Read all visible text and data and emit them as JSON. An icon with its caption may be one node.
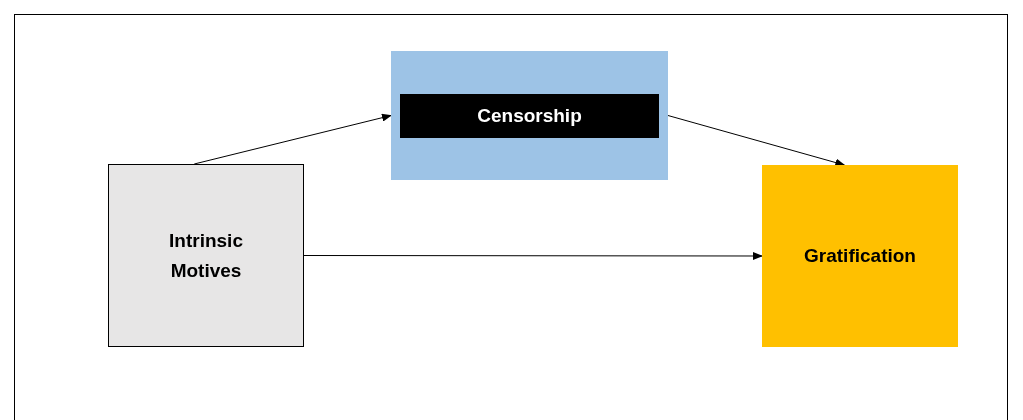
{
  "diagram": {
    "nodes": [
      {
        "text": [
          "Intrinsic Motives"
        ]
      },
      {
        "text": [
          "Censorship"
        ]
      },
      {
        "text": [
          "Gratification"
        ]
      }
    ],
    "edges": [
      {
        "from": 0,
        "to": 1,
        "arrow": "to"
      },
      {
        "from": 1,
        "to": 2,
        "arrow": "to"
      },
      {
        "from": 0,
        "to": 2,
        "arrow": "to"
      }
    ]
  }
}
